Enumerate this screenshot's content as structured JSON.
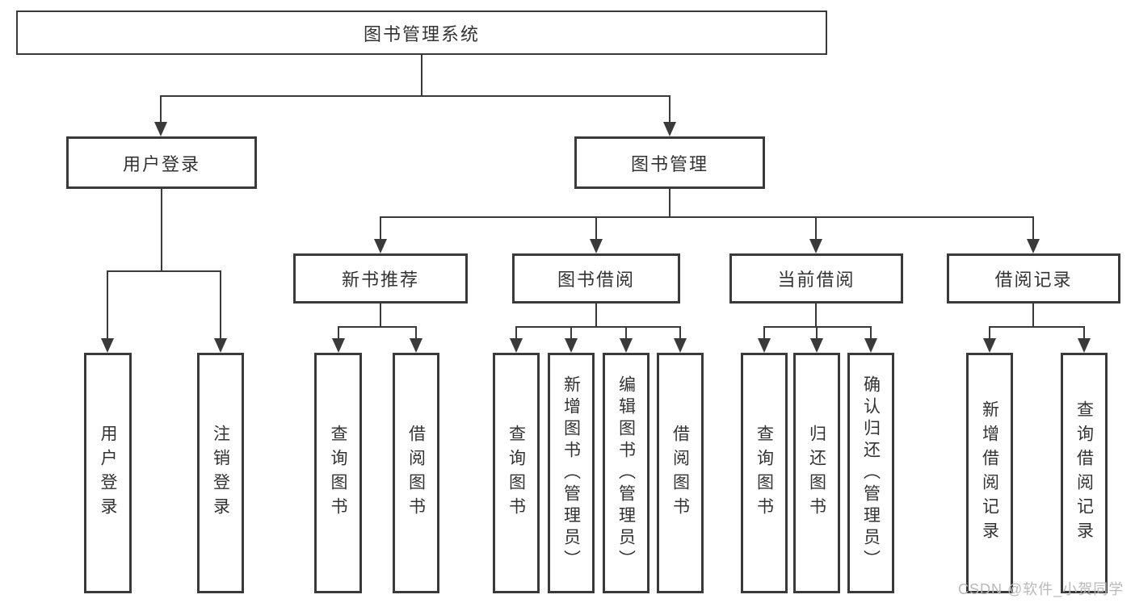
{
  "diagram": {
    "type": "hierarchy-tree",
    "title": "图书管理系统",
    "colors": {
      "line": "#3a3a3a",
      "text": "#333333",
      "background": "#ffffff",
      "watermark": "#b9b9b9"
    },
    "watermark": "CSDN @软件_小贺同学",
    "nodes": {
      "root": {
        "label": "图书管理系统",
        "children": [
          "user_login",
          "book_management"
        ]
      },
      "user_login": {
        "label": "用户登录",
        "children": [
          "login",
          "logout"
        ]
      },
      "book_management": {
        "label": "图书管理",
        "children": [
          "new_book_recommend",
          "book_borrowing",
          "current_borrowing",
          "borrowing_records"
        ]
      },
      "login": {
        "label": "用户登录"
      },
      "logout": {
        "label": "注销登录"
      },
      "new_book_recommend": {
        "label": "新书推荐",
        "children": [
          "nbr_query_books",
          "nbr_borrow_books"
        ]
      },
      "book_borrowing": {
        "label": "图书借阅",
        "children": [
          "bb_query_books",
          "bb_add_books",
          "bb_edit_books",
          "bb_borrow_books"
        ]
      },
      "current_borrowing": {
        "label": "当前借阅",
        "children": [
          "cb_query_books",
          "cb_return_books",
          "cb_confirm_return"
        ]
      },
      "borrowing_records": {
        "label": "借阅记录",
        "children": [
          "br_add_record",
          "br_query_record"
        ]
      },
      "nbr_query_books": {
        "label": "查询图书"
      },
      "nbr_borrow_books": {
        "label": "借阅图书"
      },
      "bb_query_books": {
        "label": "查询图书"
      },
      "bb_add_books": {
        "label": "新增图书（管理员）"
      },
      "bb_edit_books": {
        "label": "编辑图书（管理员）"
      },
      "bb_borrow_books": {
        "label": "借阅图书"
      },
      "cb_query_books": {
        "label": "查询图书"
      },
      "cb_return_books": {
        "label": "归还图书"
      },
      "cb_confirm_return": {
        "label": "确认归还（管理员）"
      },
      "br_add_record": {
        "label": "新增借阅记录"
      },
      "br_query_record": {
        "label": "查询借阅记录"
      }
    }
  }
}
